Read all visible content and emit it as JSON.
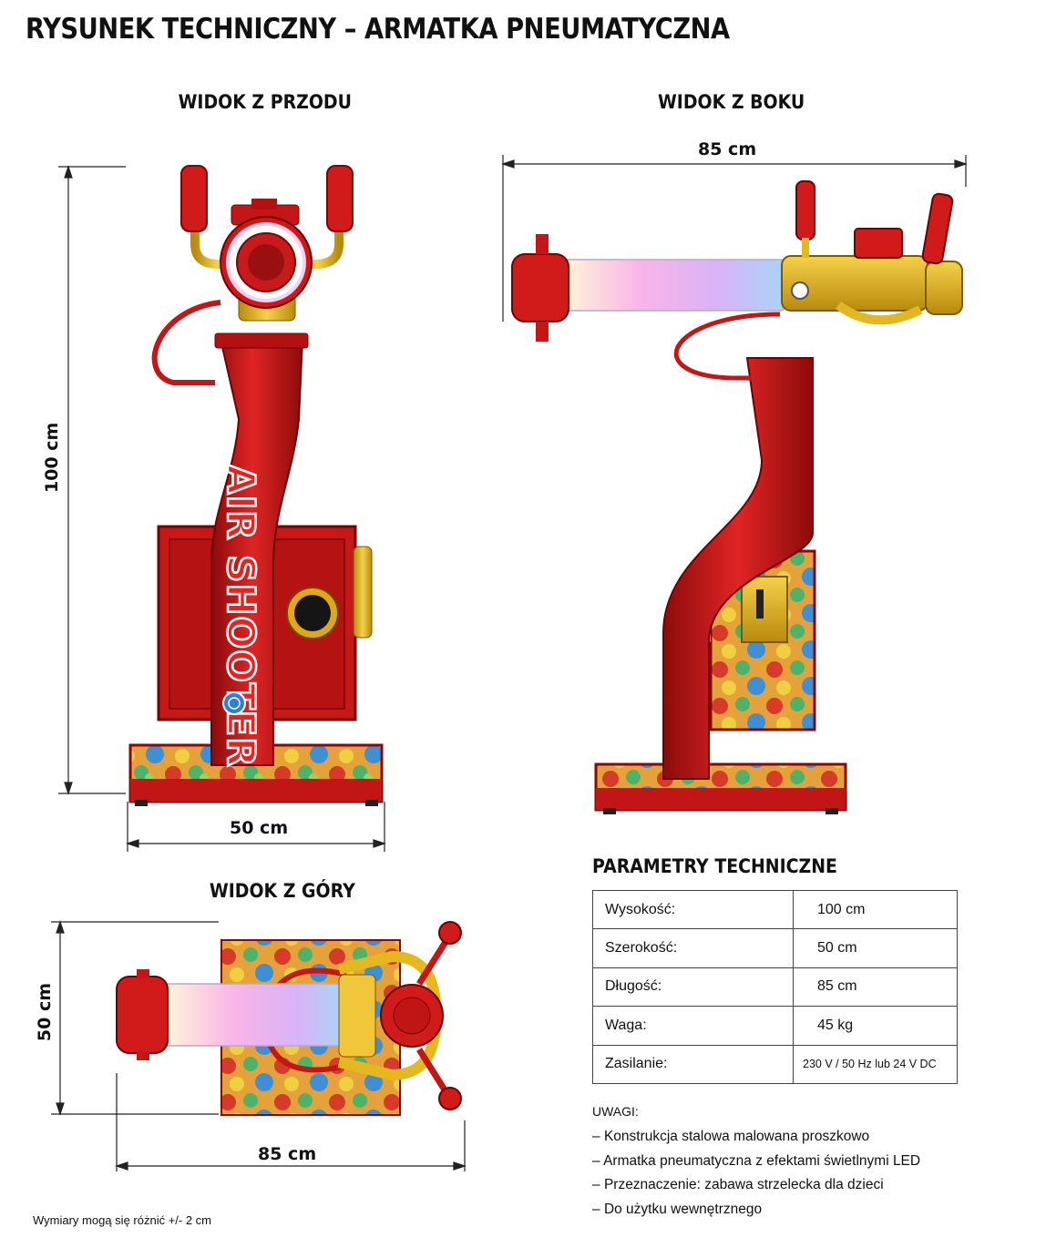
{
  "title": "RYSUNEK TECHNICZNY – ARMATKA PNEUMATYCZNA",
  "views": {
    "front": {
      "label": "WIDOK Z PRZODU",
      "height": "100 cm",
      "width": "50 cm",
      "logo_text": "AIR SHOOTER"
    },
    "side": {
      "label": "WIDOK Z BOKU",
      "length": "85 cm"
    },
    "top": {
      "label": "WIDOK Z GÓRY",
      "width": "50 cm",
      "length": "85 cm"
    }
  },
  "params": {
    "title": "PARAMETRY TECHNICZNE",
    "rows": [
      {
        "key": "Wysokość:",
        "value": "100 cm"
      },
      {
        "key": "Szerokość:",
        "value": "50 cm"
      },
      {
        "key": "Długość:",
        "value": "85 cm"
      },
      {
        "key": "Waga:",
        "value": "45 kg"
      },
      {
        "key": "Zasilanie:",
        "value": "230 V / 50 Hz  lub  24 V DC"
      }
    ]
  },
  "notes": {
    "title": "UWAGI:",
    "items": [
      "Konstrukcja stalowa malowana proszkowo",
      "Armatka pneumatyczna z efektami świetlnymi LED",
      "Przeznaczenie: zabawa strzelecka dla dzieci",
      "Do użytku wewnętrznego"
    ]
  },
  "footnote": "Wymiary mogą się różnić +/- 2 cm",
  "colors": {
    "body": "#d31919",
    "dark_red": "#9a0c0c",
    "brass": "#e6b820",
    "led_pink": "#f7a8e6",
    "led_blue": "#a9d4f7"
  }
}
